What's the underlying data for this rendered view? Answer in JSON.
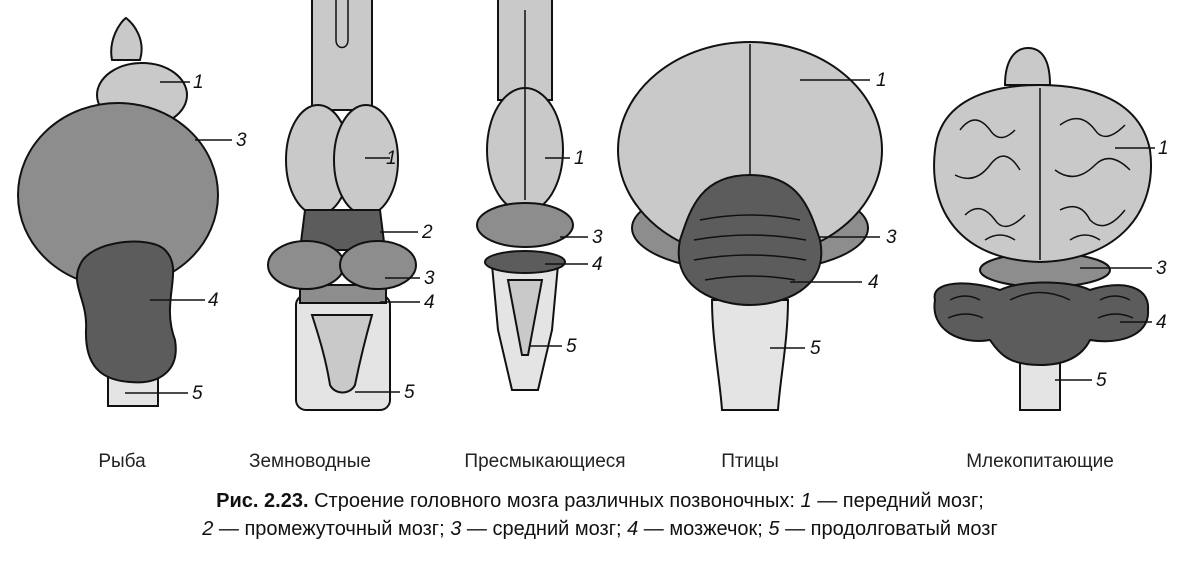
{
  "animals": [
    {
      "name": "Рыба",
      "labels": [
        "1",
        "3",
        "4",
        "5"
      ]
    },
    {
      "name": "Земноводные",
      "labels": [
        "1",
        "2",
        "3",
        "4",
        "5"
      ]
    },
    {
      "name": "Пресмыкающиеся",
      "labels": [
        "1",
        "3",
        "4",
        "5"
      ]
    },
    {
      "name": "Птицы",
      "labels": [
        "1",
        "3",
        "4",
        "5"
      ]
    },
    {
      "name": "Млекопитающие",
      "labels": [
        "1",
        "3",
        "4",
        "5"
      ]
    }
  ],
  "caption": {
    "fig": "Рис. 2.23.",
    "title": " Строение головного мозга различных позвоночных: ",
    "items": [
      {
        "n": "1",
        "text": " — передний мозг;"
      },
      {
        "n": "2",
        "text": " — промежуточный мозг; "
      },
      {
        "n": "3",
        "text": " — средний мозг; "
      },
      {
        "n": "4",
        "text": " — мозжечок; "
      },
      {
        "n": "5",
        "text": " — продолговатый мозг"
      }
    ]
  }
}
